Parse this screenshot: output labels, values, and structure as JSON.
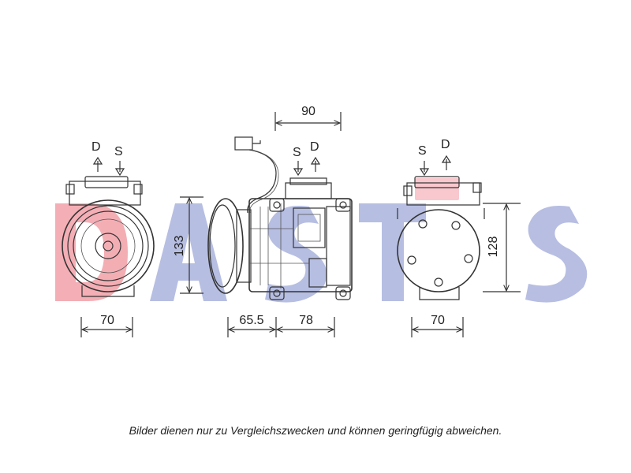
{
  "dimensions": {
    "front_width": "70",
    "side_top": "90",
    "side_height": "133",
    "side_left": "65.5",
    "side_right": "78",
    "rear_width": "70",
    "rear_height": "128"
  },
  "ports": {
    "discharge": "D",
    "suction": "S"
  },
  "caption": "Bilder dienen nur zu Vergleichszwecken und können geringfügig abweichen.",
  "colors": {
    "watermark_red": "#f2a0a8",
    "watermark_blue": "#aab3dd",
    "highlight": "#f29aa5"
  }
}
